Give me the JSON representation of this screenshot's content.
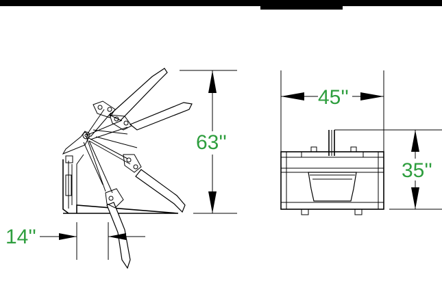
{
  "dimensions": {
    "max_height": "63''",
    "width": "45''",
    "body_height": "35''",
    "depth": "14''"
  },
  "colors": {
    "dimension_text": "#2e9e3e",
    "linework": "#000000",
    "background": "#ffffff",
    "top_band": "#000000"
  }
}
